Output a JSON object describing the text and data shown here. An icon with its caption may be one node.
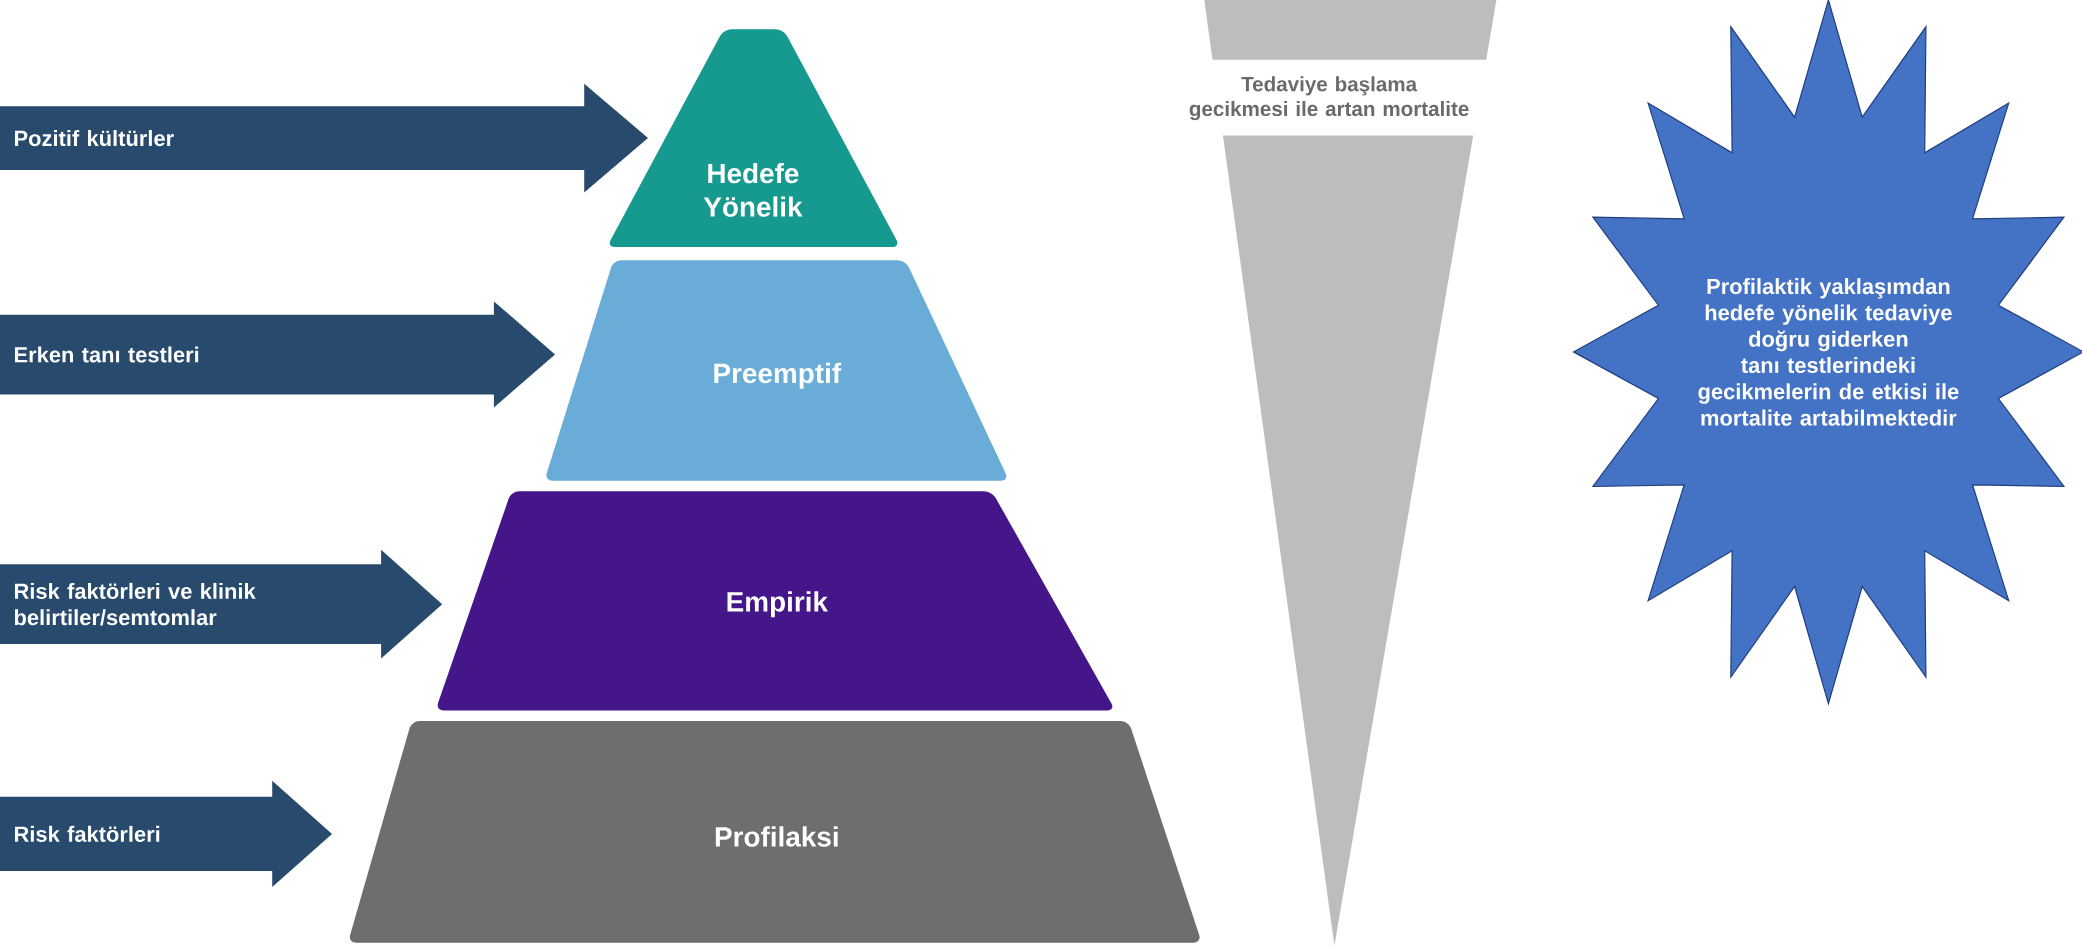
{
  "diagram": {
    "nodes": [
      {
        "text": [
          "Pozitif kültürler"
        ]
      },
      {
        "text": [
          "Erken tanı testleri"
        ]
      },
      {
        "text": [
          "Risk faktörleri ve klinik belirtiler/semtomlar"
        ]
      },
      {
        "text": [
          "Risk faktörleri"
        ]
      },
      {
        "text": [
          "Hedefe Yönelik"
        ]
      },
      {
        "text": [
          "Preemptif"
        ]
      },
      {
        "text": [
          "Empirik"
        ]
      },
      {
        "text": [
          "Profilaksi"
        ]
      },
      {
        "text": [
          "Tedaviye başlama gecikmesi ile artan mortalite"
        ]
      },
      {
        "text": [
          "Profilaktik yaklaşımdan hedefe yönelik tedaviye doğru giderken tanı testlerindeki gecikmelerin de etkisi ile mortalite artabilmektedir"
        ]
      }
    ]
  }
}
